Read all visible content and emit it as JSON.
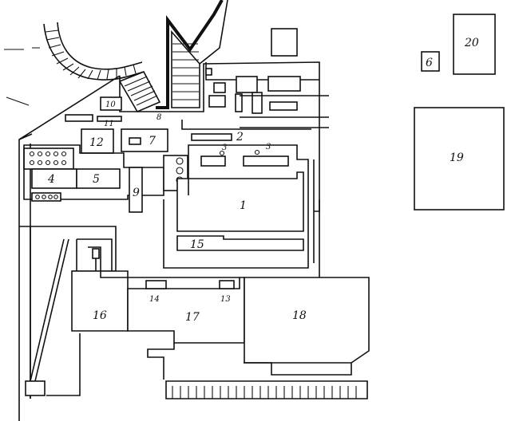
{
  "labels": {
    "b1": "1",
    "b2": "2",
    "b3a": "3",
    "b3b": "3",
    "b4": "4",
    "b5": "5",
    "b6": "6",
    "b7": "7",
    "b8": "8",
    "b9": "9",
    "b10": "10",
    "b11": "11",
    "b12": "12",
    "b13": "13",
    "b14": "14",
    "b15": "15",
    "b16": "16",
    "b17": "17",
    "b18": "18",
    "b19": "19",
    "b20": "20"
  }
}
